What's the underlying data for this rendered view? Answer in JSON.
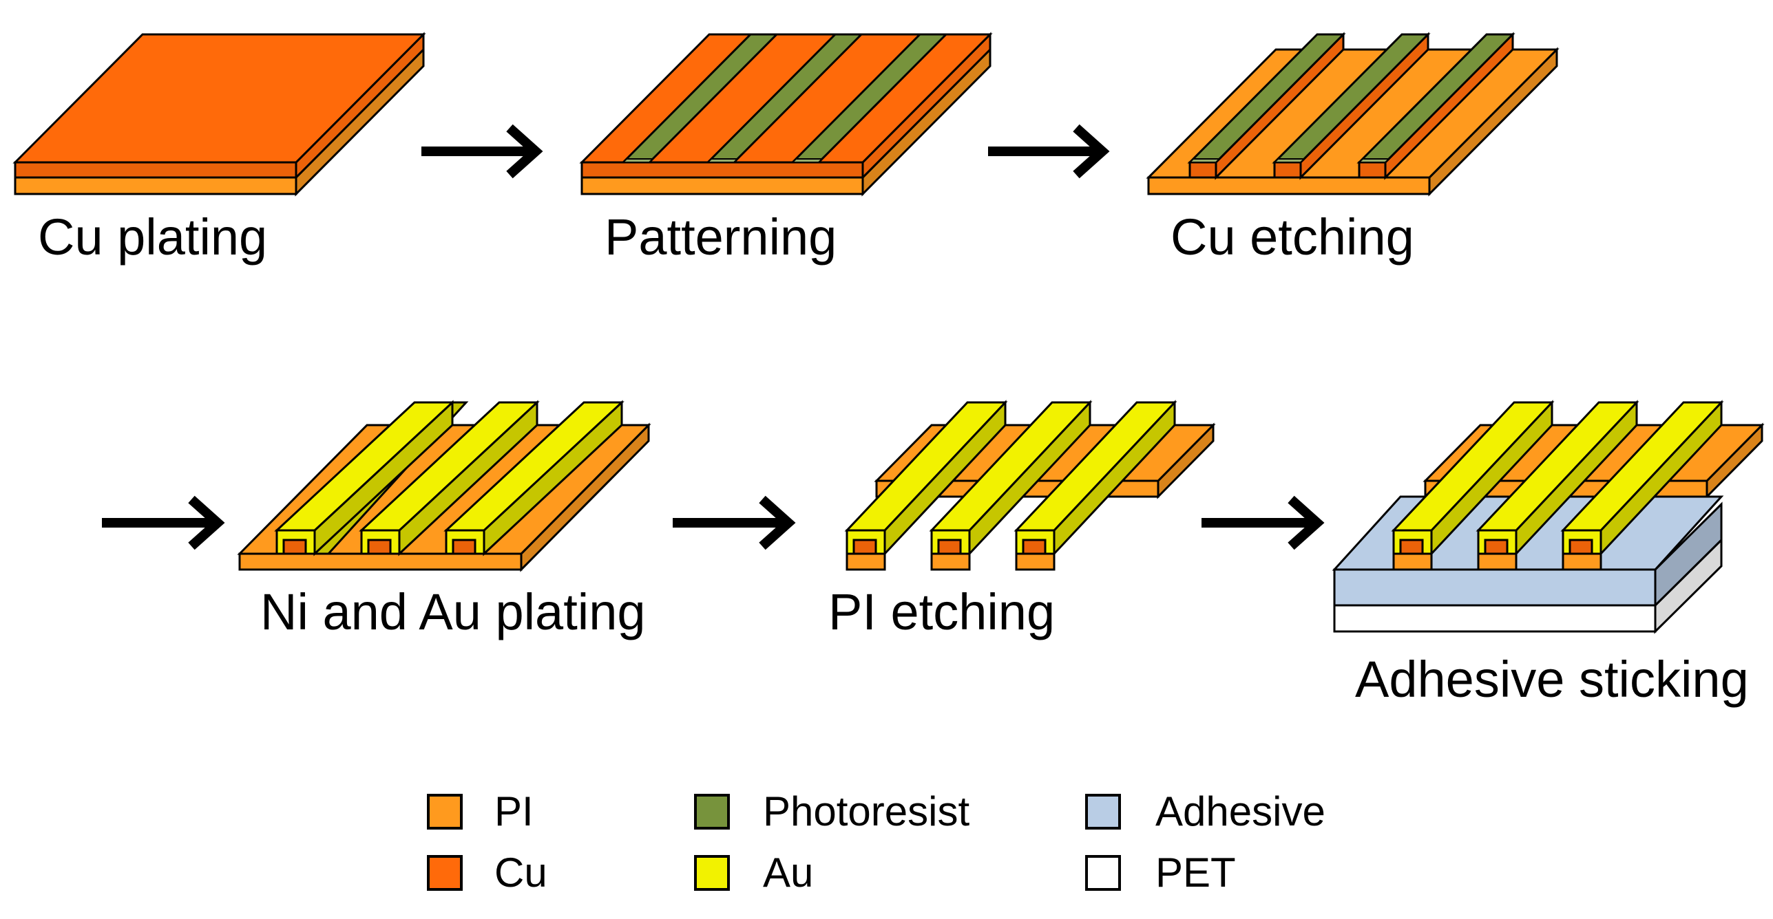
{
  "steps": [
    {
      "label": "Cu plating"
    },
    {
      "label": "Patterning"
    },
    {
      "label": "Cu etching"
    },
    {
      "label": "Ni and Au plating"
    },
    {
      "label": "PI etching"
    },
    {
      "label": "Adhesive sticking"
    }
  ],
  "legend": [
    {
      "label": "PI",
      "color": "#FF9A1E"
    },
    {
      "label": "Cu",
      "color": "#FF6A0A"
    },
    {
      "label": "Photoresist",
      "color": "#77933C"
    },
    {
      "label": "Au",
      "color": "#F2F200"
    },
    {
      "label": "Adhesive",
      "color": "#B9CDE5"
    },
    {
      "label": "PET",
      "color": "#FFFFFF"
    }
  ],
  "colors": {
    "pi": "#FF9A1E",
    "cu": "#FF6A0A",
    "photoresist": "#77933C",
    "au": "#F2F200",
    "adhesive": "#B9CDE5",
    "pet": "#FFFFFF",
    "outline": "#000000",
    "arrow": "#000000"
  }
}
